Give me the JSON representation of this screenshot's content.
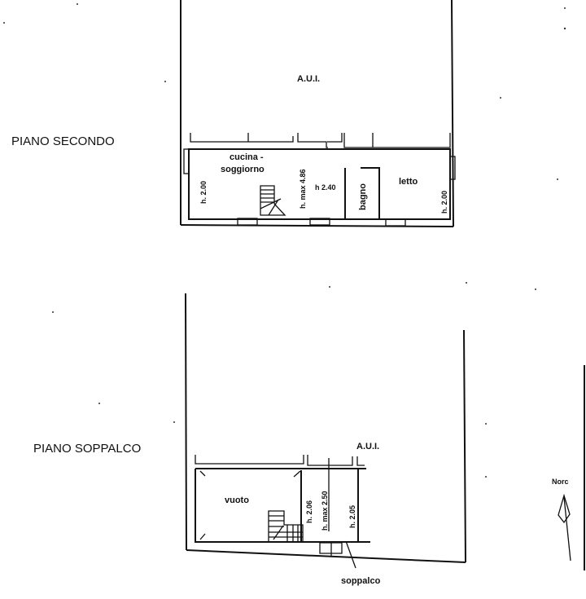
{
  "plans": [
    {
      "title": "PIANO SECONDO",
      "adjacent_unit": "A.U.I.",
      "rooms": [
        "cucina -",
        "soggiorno",
        "bagno",
        "letto"
      ],
      "heights": [
        "h. 2.00",
        "h. max 4.86",
        "h 2.40",
        "h. 2.00"
      ]
    },
    {
      "title": "PIANO SOPPALCO",
      "adjacent_unit": "A.U.I.",
      "rooms": [
        "vuoto",
        "soppalco"
      ],
      "heights": [
        "h. 2.06",
        "h. max 2.50",
        "h. 2.05"
      ]
    }
  ],
  "north_label": "Norc"
}
